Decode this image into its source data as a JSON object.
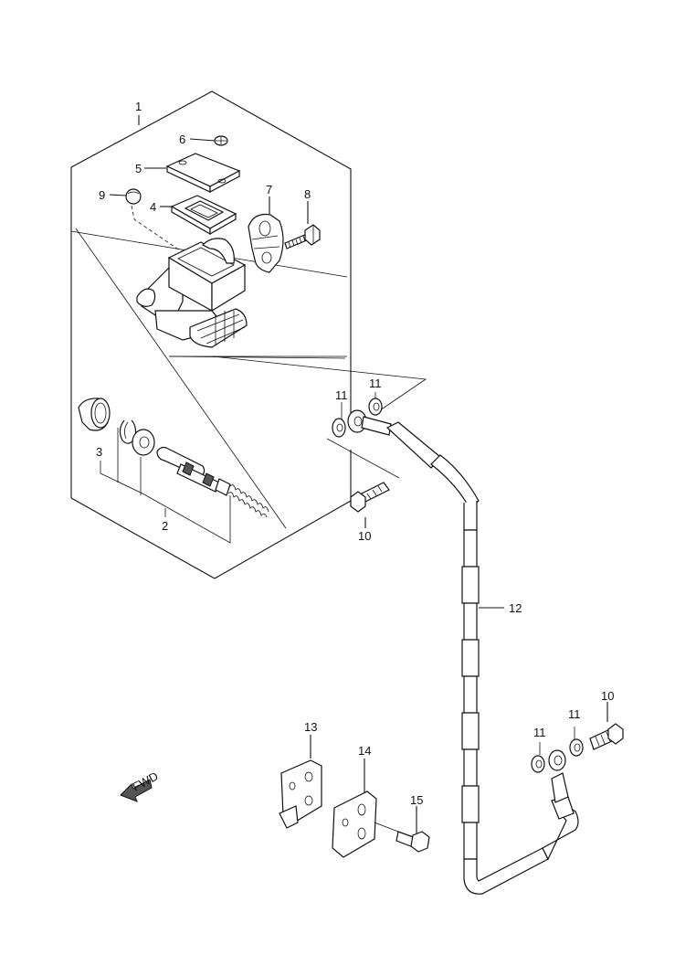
{
  "callouts": {
    "c1": "1",
    "c2": "2",
    "c3": "3",
    "c4": "4",
    "c5": "5",
    "c6": "6",
    "c7": "7",
    "c8": "8",
    "c9": "9",
    "c10a": "10",
    "c10b": "10",
    "c11a": "11",
    "c11b": "11",
    "c11c": "11",
    "c11d": "11",
    "c12": "12",
    "c13": "13",
    "c14": "14",
    "c15": "15"
  },
  "fwd_arrow": {
    "label": "FWD",
    "icon": "fwd-arrow-icon"
  }
}
